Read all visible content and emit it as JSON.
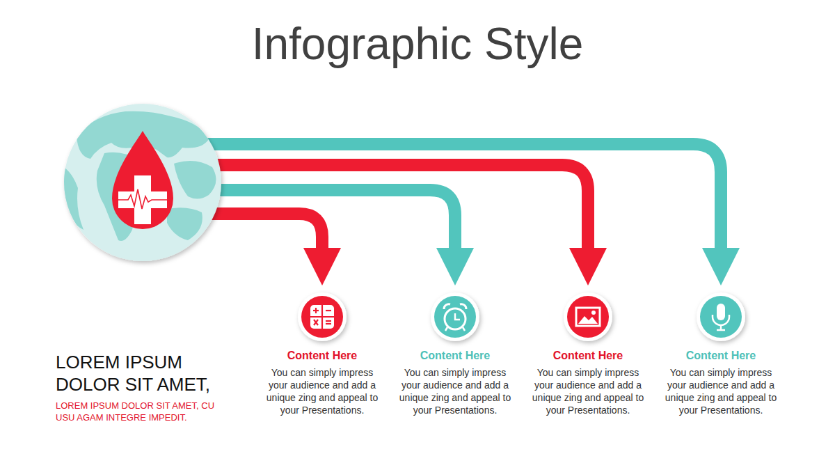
{
  "diagram": {
    "title": "Infographic Style",
    "nodes": [
      {
        "text": [
          "Content Here",
          "You can simply impress your audience and add a unique zing and appeal to your Presentations."
        ]
      },
      {
        "text": [
          "Content Here",
          "You can simply impress your audience and add a unique zing and appeal to your Presentations."
        ]
      },
      {
        "text": [
          "Content Here",
          "You can simply impress your audience and add a unique zing and appeal to your Presentations."
        ]
      },
      {
        "text": [
          "Content Here",
          "You can simply impress your audience and add a unique zing and appeal to your Presentations."
        ]
      }
    ],
    "labels": [
      "LOREM IPSUM DOLOR SIT AMET,",
      "LOREM IPSUM DOLOR SIT AMET, CU USU AGAM INTEGRE IMPEDIT."
    ]
  }
}
